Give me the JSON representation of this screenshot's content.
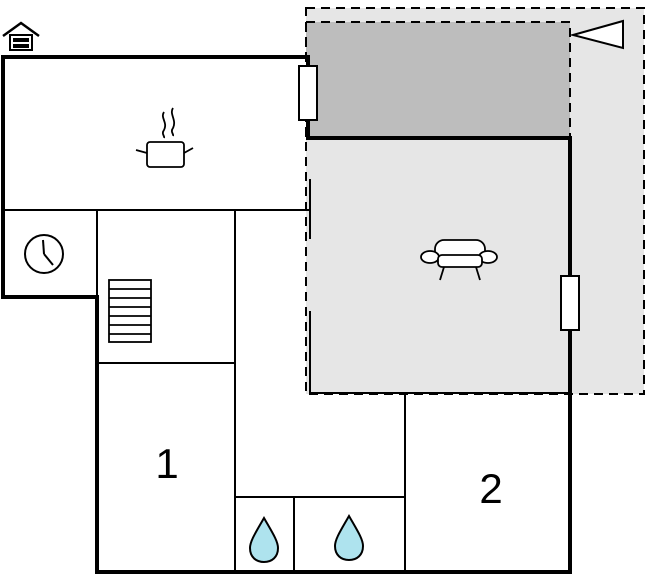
{
  "floorplan": {
    "title": "",
    "rooms": [
      {
        "id": "bedroom-1",
        "label": "1"
      },
      {
        "id": "bedroom-2",
        "label": "2"
      }
    ],
    "icons": [
      "entrance-icon",
      "kitchen-pot-icon",
      "clock-icon",
      "staircase-icon",
      "armchair-icon",
      "water-drop-icon",
      "camera-view-icon"
    ],
    "colors": {
      "terrace_dark": "#bdbdbd",
      "terrace_light": "#e6e6e6",
      "walls": "#000000",
      "water": "#aee3ee"
    }
  }
}
